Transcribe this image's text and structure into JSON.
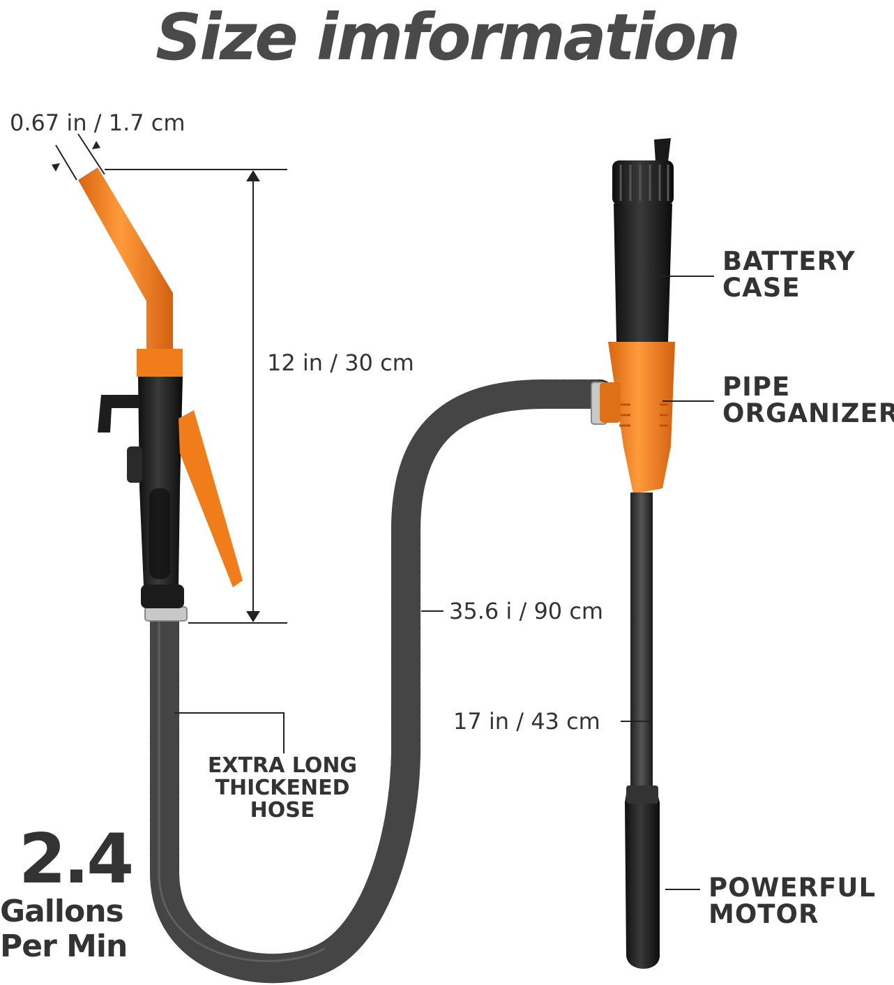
{
  "title": "Size imformation",
  "dimensions": {
    "tip_diameter": "0.67 in / 1.7 cm",
    "nozzle_length": "12 in / 30 cm",
    "hose_length": "35.6 i / 90 cm",
    "tube_length": "17 in / 43 cm"
  },
  "callouts": {
    "battery": [
      "BATTERY",
      "CASE"
    ],
    "pipe": [
      "PIPE",
      "ORGANIZER"
    ],
    "motor": [
      "POWERFUL",
      "MOTOR"
    ],
    "hose": [
      "EXTRA LONG",
      "THICKENED",
      "HOSE"
    ]
  },
  "flow": {
    "value": "2.4",
    "unit_line1": "Gallons",
    "unit_line2": "Per Min"
  },
  "colors": {
    "orange": "#f07d1a",
    "black": "#1e1e1e",
    "text": "#333333"
  }
}
